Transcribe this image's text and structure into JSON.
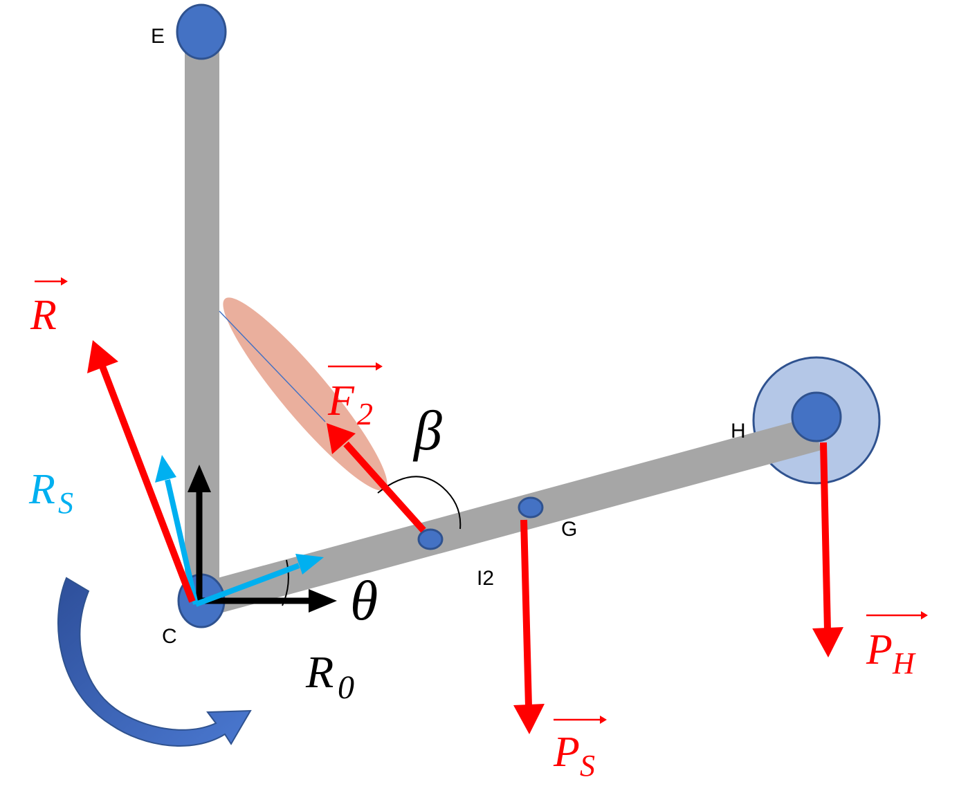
{
  "points": {
    "E": "E",
    "H": "H",
    "G": "G",
    "C": "C",
    "I2": "I2"
  },
  "vectors": {
    "R": {
      "main": "R",
      "sub": ""
    },
    "Rs": {
      "main": "R",
      "sub": "S"
    },
    "F2": {
      "main": "F",
      "sub": "2"
    },
    "Ps": {
      "main": "P",
      "sub": "S"
    },
    "Ph": {
      "main": "P",
      "sub": "H"
    }
  },
  "frame": {
    "main": "R",
    "sub": "0"
  },
  "angles": {
    "beta": "β",
    "theta": "θ"
  },
  "colors": {
    "force": "#ff0000",
    "component": "#00b0f0",
    "axes": "#000000",
    "segment": "#a6a6a6",
    "joint": "#4472c4",
    "joint_stroke": "#2f528f",
    "wheel": "#b4c7e7",
    "muscle": "#e8a692",
    "rotation_arrow": "#3a5fb0"
  }
}
